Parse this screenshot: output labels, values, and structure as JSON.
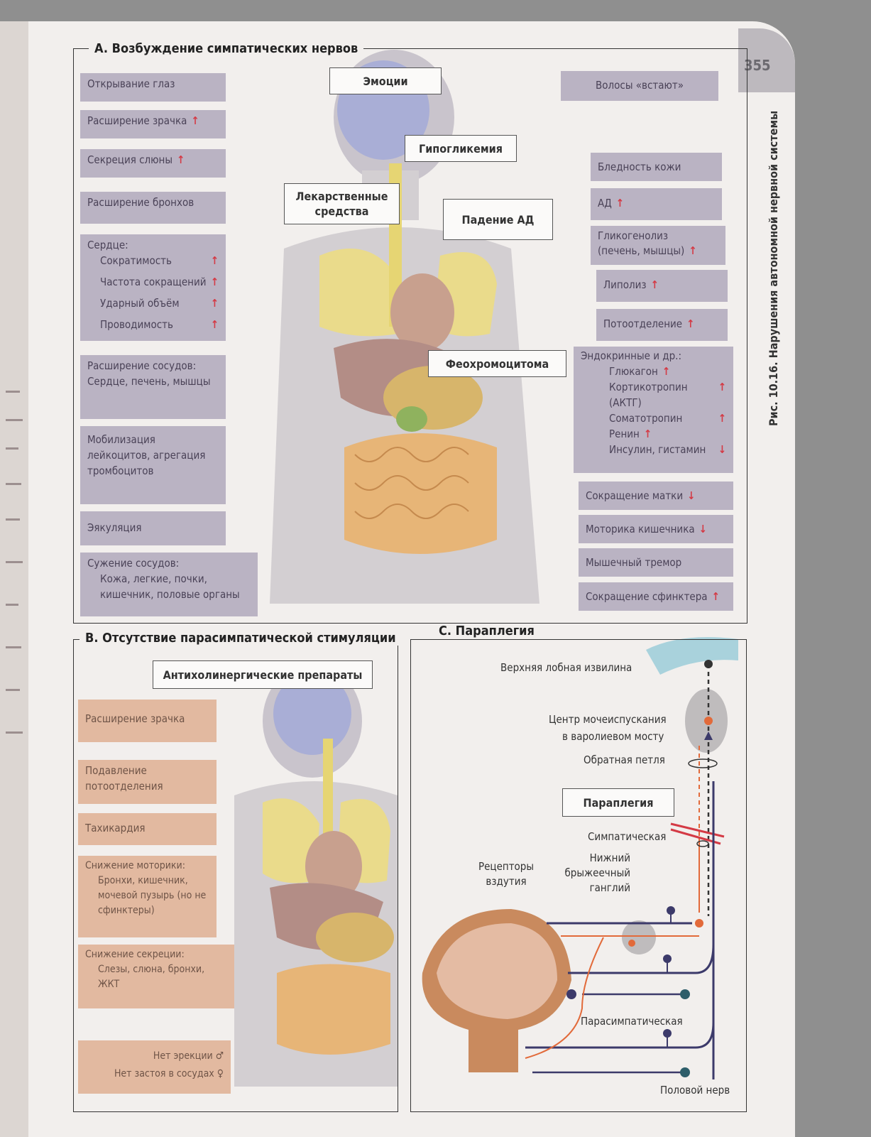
{
  "page_number": "355",
  "figure_title": "Рис. 10.16.  Нарушения автономной нервной системы",
  "section_a": {
    "title": "A. Возбуждение симпатических нервов",
    "center_labels": {
      "emotions": "Эмоции",
      "hypoglycemia": "Гипогликемия",
      "drugs": "Лекарственные средства",
      "bp_drop": "Падение АД",
      "pheo": "Феохромоцитома"
    },
    "left": {
      "eye_open": "Открывание глаз",
      "pupil": "Расширение зрачка",
      "saliva": "Секреция слюны",
      "bronchi": "Расширение бронхов",
      "heart_title": "Сердце:",
      "heart_1": "Сократимость",
      "heart_2": "Частота сокращений",
      "heart_3": "Ударный объём",
      "heart_4": "Проводимость",
      "vasodil": "Расширение сосудов: Сердце, печень, мышцы",
      "leuko": "Мобилизация лейкоцитов, агрегация тромбоцитов",
      "ejac": "Эякуляция",
      "vasocon_title": "Сужение сосудов:",
      "vasocon_body": "Кожа, легкие, почки, кишечник, половые органы"
    },
    "right": {
      "hair": "Волосы «встают»",
      "pale": "Бледность кожи",
      "bp": "АД",
      "glyco_1": "Гликогенолиз",
      "glyco_2": "(печень, мышцы)",
      "lipo": "Липолиз",
      "sweat": "Потоотделение",
      "endo_title": "Эндокринные и др.:",
      "endo_1": "Глюкагон",
      "endo_2a": "Кортикотропин",
      "endo_2b": "(АКТГ)",
      "endo_3": "Соматотропин",
      "endo_4": "Ренин",
      "endo_5": "Инсулин, гистамин",
      "uterus": "Сокращение матки",
      "gut": "Моторика кишечника",
      "tremor": "Мышечный тремор",
      "sphincter": "Сокращение сфинктера"
    }
  },
  "section_b": {
    "title": "B. Отсутствие парасимпатической стимуляции",
    "drug": "Антихолинергические препараты",
    "items": {
      "pupil": "Расширение зрачка",
      "sweat": "Подавление потоотделения",
      "tachy": "Тахикардия",
      "motility_title": "Снижение моторики:",
      "motility_body": "Бронхи, кишечник, мочевой пузырь (но не сфинктеры)",
      "secretion_title": "Снижение секреции:",
      "secretion_body": "Слезы, слюна, бронхи, ЖКТ",
      "no_erection": "Нет эрекции",
      "no_flush": "Нет застоя в сосудах"
    }
  },
  "section_c": {
    "title": "C. Параплегия",
    "gyrus": "Верхняя лобная извилина",
    "center_1": "Центр мочеиспускания",
    "center_2": "в варолиевом мосту",
    "feedback": "Обратная петля",
    "paraplegia": "Параплегия",
    "sympathetic": "Симпатическая",
    "ganglion": "Нижний брыжеечный ганглий",
    "receptors": "Рецепторы вздутия",
    "parasympathetic": "Парасимпатическая",
    "genital_nerve": "Половой нерв"
  },
  "colors": {
    "sympathetic_box": "#bab3c3",
    "parasympathetic_box": "#e2b9a0",
    "arrow_red": "#d43a45",
    "nerve_dark": "#3c3a6a",
    "nerve_orange": "#e26a3a"
  }
}
